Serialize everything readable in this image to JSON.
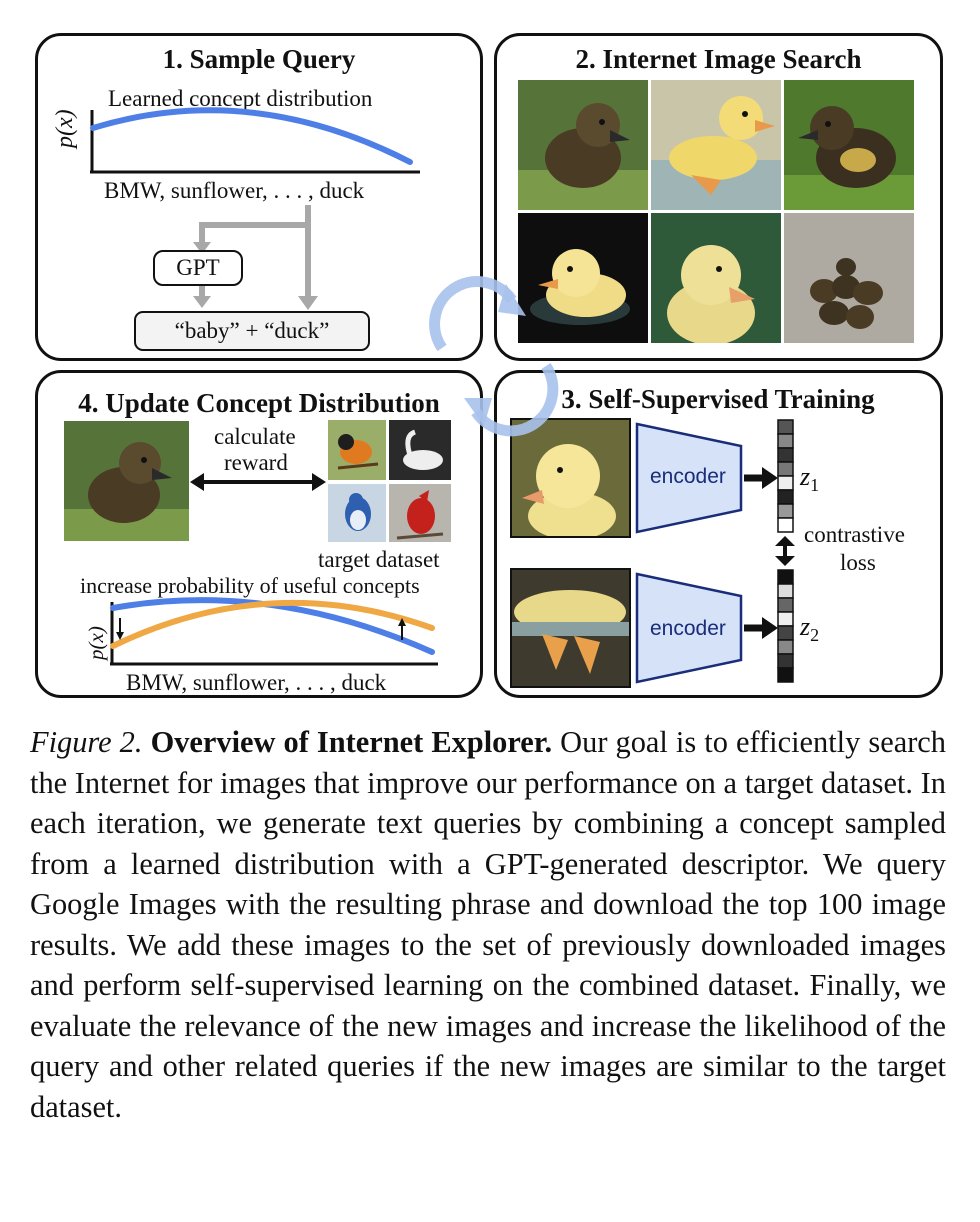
{
  "panel1": {
    "title": "1. Sample Query",
    "curve_label": "Learned concept distribution",
    "y_axis": "p(x)",
    "x_axis": "BMW, sunflower, . . . , duck",
    "gpt_box": "GPT",
    "query_box": "“baby”  +  “duck”"
  },
  "panel2": {
    "title": "2. Internet Image Search"
  },
  "panel3": {
    "title": "3. Self-Supervised Training",
    "encoder_top": "encoder",
    "encoder_bottom": "encoder",
    "z1": "z",
    "z1_sub": "1",
    "z2": "z",
    "z2_sub": "2",
    "loss_line1": "contrastive",
    "loss_line2": "loss"
  },
  "panel4": {
    "title": "4. Update Concept Distribution",
    "reward_line1": "calculate",
    "reward_line2": "reward",
    "target_label": "target dataset",
    "increase_label": "increase probability of useful concepts",
    "y_axis": "p(x)",
    "x_axis": "BMW, sunflower, . . . , duck"
  },
  "caption": {
    "figure": "Figure 2.",
    "title": "Overview of Internet Explorer.",
    "body": "Our goal is to efficiently search the Internet for images that improve our performance on a target dataset. In each iteration, we generate text queries by combining a concept sampled from a learned distribution with a GPT-generated descriptor. We query Google Images with the resulting phrase and download the top 100 image results. We add these images to the set of previously downloaded images and perform self-supervised learning on the combined dataset. Finally, we evaluate the relevance of the new images and increase the likelihood of the query and other related queries if the new images are similar to the target dataset."
  },
  "colors": {
    "blue_curve": "#4d7fe6",
    "orange_curve": "#f0a845",
    "encoder_fill": "#d6e2f7",
    "encoder_stroke": "#1a2d7a",
    "cycle_arrow": "#a9c2ec"
  }
}
